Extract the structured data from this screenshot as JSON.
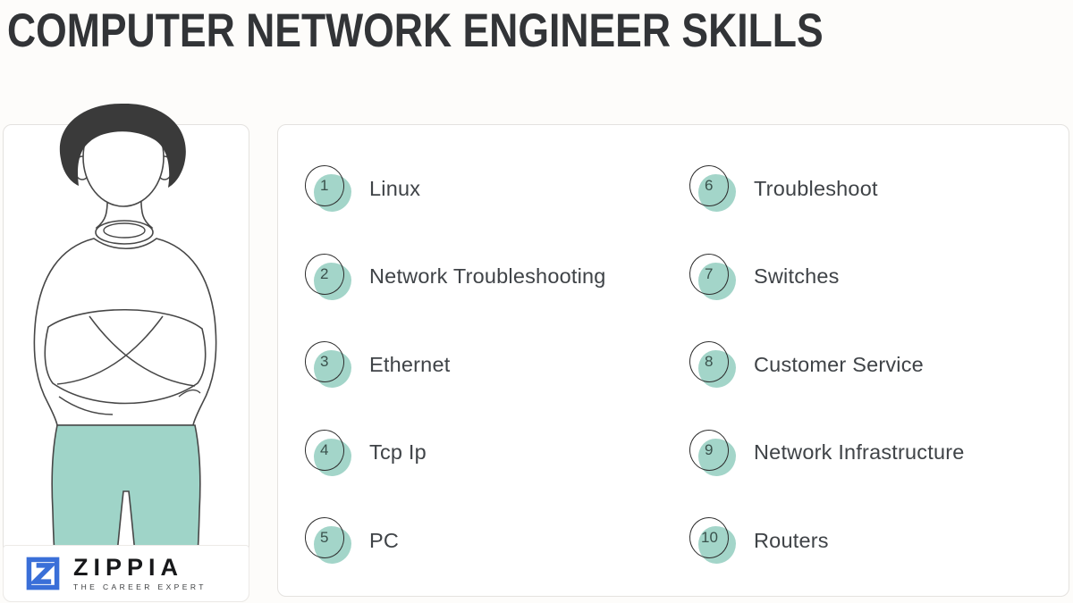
{
  "header": {
    "title": "COMPUTER NETWORK ENGINEER SKILLS"
  },
  "skills": {
    "columns": [
      {
        "items": [
          {
            "num": "1",
            "label": "Linux"
          },
          {
            "num": "2",
            "label": "Network Troubleshooting"
          },
          {
            "num": "3",
            "label": "Ethernet"
          },
          {
            "num": "4",
            "label": "Tcp Ip"
          },
          {
            "num": "5",
            "label": "PC"
          }
        ]
      },
      {
        "items": [
          {
            "num": "6",
            "label": "Troubleshoot"
          },
          {
            "num": "7",
            "label": "Switches"
          },
          {
            "num": "8",
            "label": "Customer Service"
          },
          {
            "num": "9",
            "label": "Network Infrastructure"
          },
          {
            "num": "10",
            "label": "Routers"
          }
        ]
      }
    ]
  },
  "logo": {
    "brand": "ZIPPIA",
    "tagline": "THE CAREER EXPERT"
  },
  "illustration": {
    "description": "man with dark hair and arms crossed wearing teal pants"
  },
  "colors": {
    "title": "#323437",
    "text": "#3f4347",
    "badge_teal": "#a3d5c9",
    "pants_teal": "#9fd4c8",
    "logo_blue": "#3a6fd8",
    "hair": "#3a3a3a"
  }
}
